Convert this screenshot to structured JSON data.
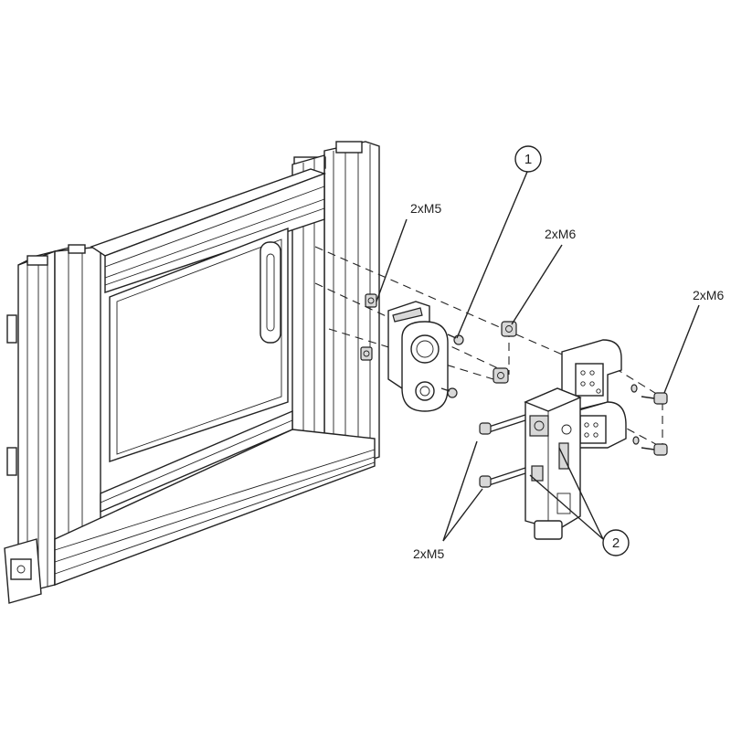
{
  "callouts": {
    "c1": "1",
    "c2": "2"
  },
  "labels": {
    "m5_actuator": "2xM5",
    "m6_nuts": "2xM6",
    "m6_hinge": "2xM6",
    "m5_switch": "2xM5"
  },
  "colors": {
    "line": "#222222",
    "fill": "#ffffff",
    "shade": "#d8d8d8"
  }
}
